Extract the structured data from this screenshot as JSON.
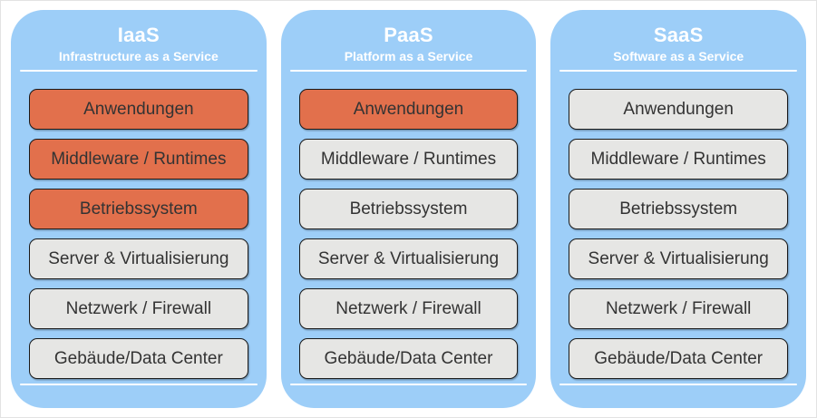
{
  "colors": {
    "page_background": "#ffffff",
    "frame_border": "#e3e3e3",
    "card_background": "#9dcef8",
    "card_text": "#ffffff",
    "divider": "#ffffff",
    "highlight_fill": "#e2704c",
    "neutral_fill": "#e6e6e4",
    "box_border": "#1a1a1a",
    "box_text": "#333333"
  },
  "columns": [
    {
      "id": "iaas",
      "title": "IaaS",
      "subtitle": "Infrastructure as a Service",
      "layers": [
        {
          "label": "Anwendungen",
          "highlighted": true
        },
        {
          "label": "Middleware / Runtimes",
          "highlighted": true
        },
        {
          "label": "Betriebssystem",
          "highlighted": true
        },
        {
          "label": "Server & Virtualisierung",
          "highlighted": false
        },
        {
          "label": "Netzwerk / Firewall",
          "highlighted": false
        },
        {
          "label": "Gebäude/Data Center",
          "highlighted": false
        }
      ]
    },
    {
      "id": "paas",
      "title": "PaaS",
      "subtitle": "Platform as a Service",
      "layers": [
        {
          "label": "Anwendungen",
          "highlighted": true
        },
        {
          "label": "Middleware / Runtimes",
          "highlighted": false
        },
        {
          "label": "Betriebssystem",
          "highlighted": false
        },
        {
          "label": "Server & Virtualisierung",
          "highlighted": false
        },
        {
          "label": "Netzwerk / Firewall",
          "highlighted": false
        },
        {
          "label": "Gebäude/Data Center",
          "highlighted": false
        }
      ]
    },
    {
      "id": "saas",
      "title": "SaaS",
      "subtitle": "Software as a Service",
      "layers": [
        {
          "label": "Anwendungen",
          "highlighted": false
        },
        {
          "label": "Middleware / Runtimes",
          "highlighted": false
        },
        {
          "label": "Betriebssystem",
          "highlighted": false
        },
        {
          "label": "Server & Virtualisierung",
          "highlighted": false
        },
        {
          "label": "Netzwerk / Firewall",
          "highlighted": false
        },
        {
          "label": "Gebäude/Data Center",
          "highlighted": false
        }
      ]
    }
  ]
}
